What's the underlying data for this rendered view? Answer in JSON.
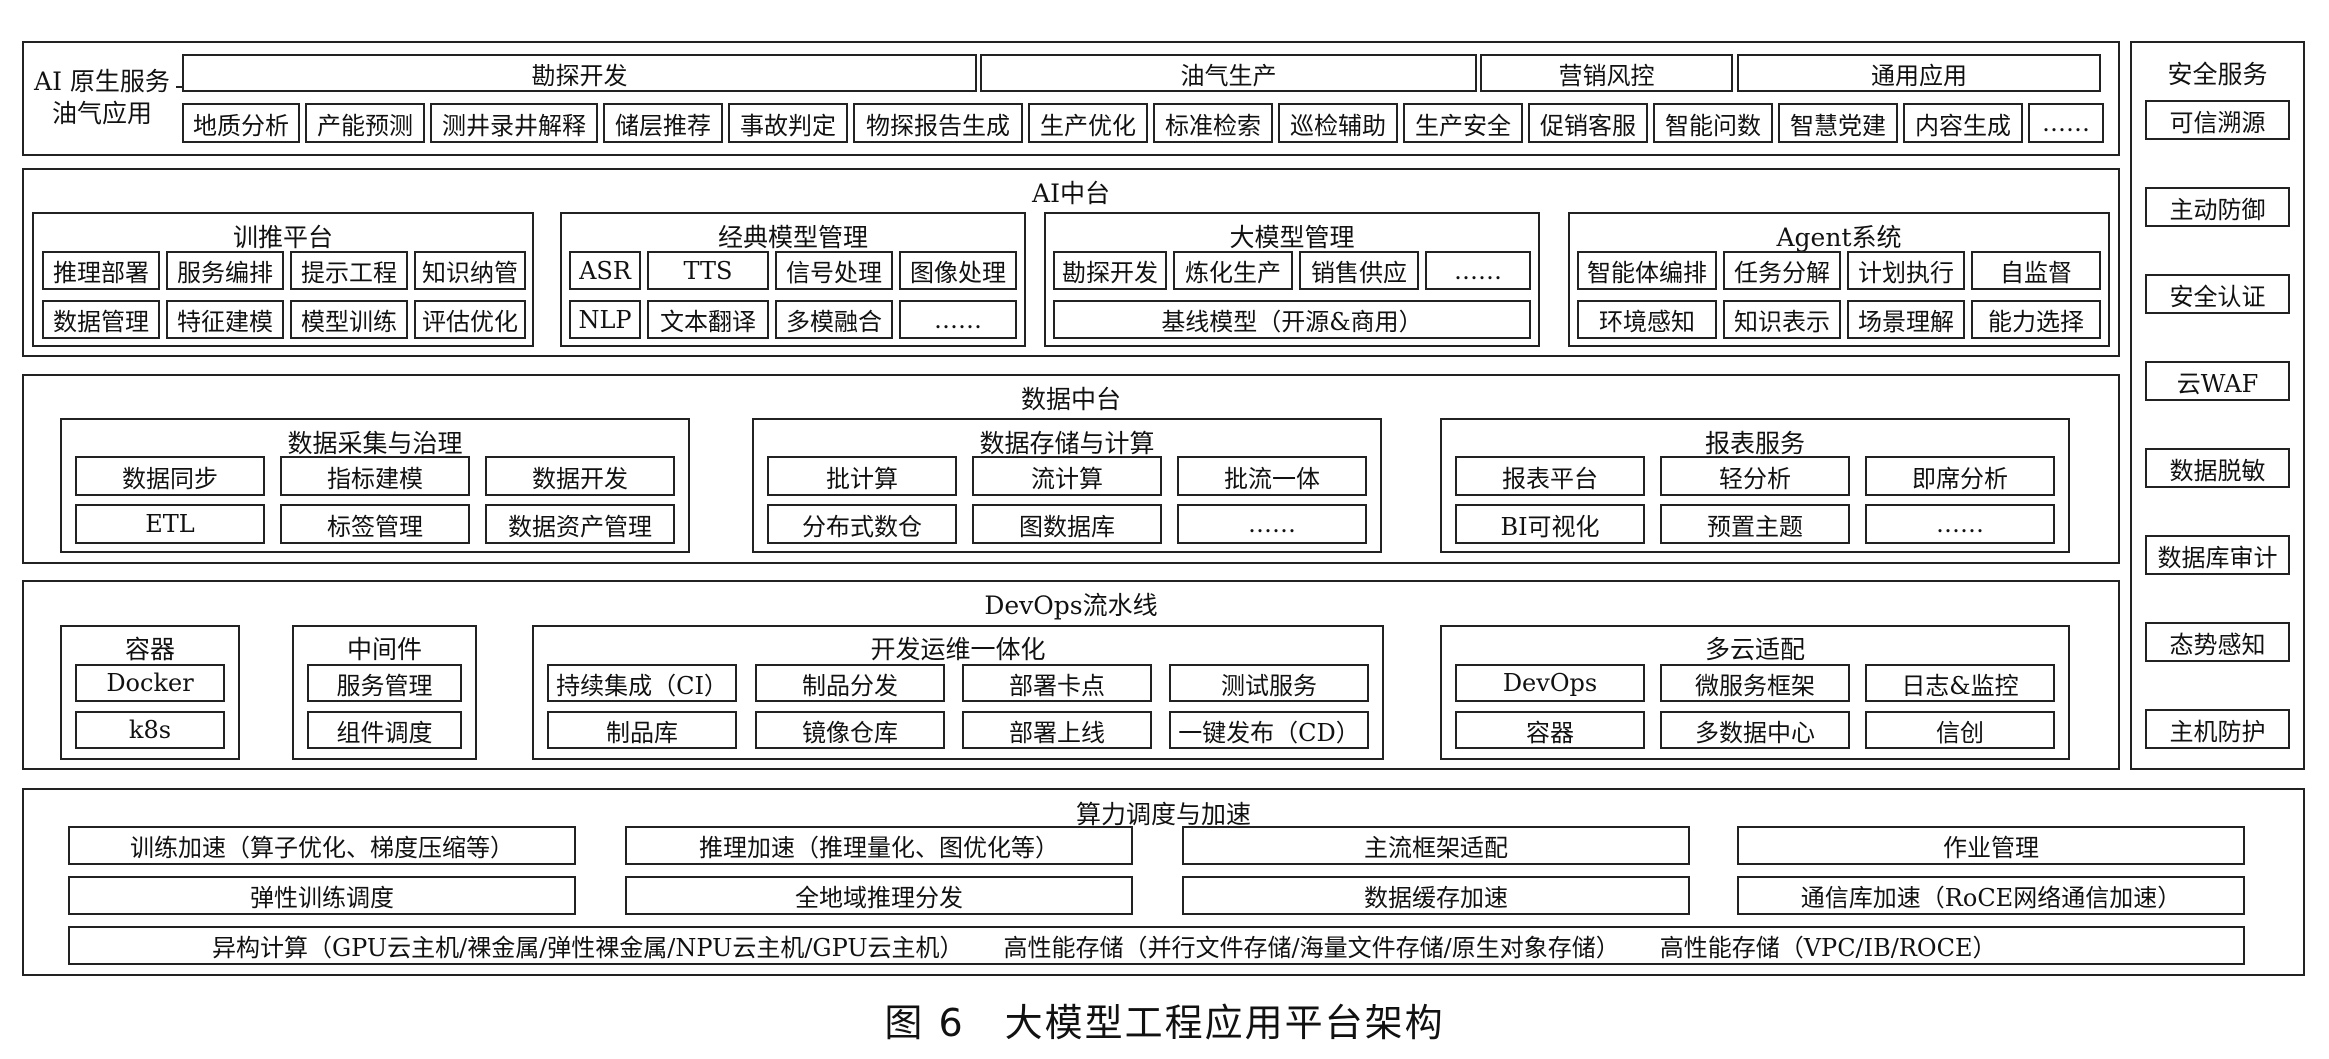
{
  "top": {
    "label_line1": "AI 原生服务",
    "label_line2": "油气应用",
    "headers": [
      "勘探开发",
      "油气生产",
      "营销风控",
      "通用应用"
    ],
    "apps": [
      "地质分析",
      "产能预测",
      "测井录井解释",
      "储层推荐",
      "事故判定",
      "物探报告生成",
      "生产优化",
      "标准检索",
      "巡检辅助",
      "生产安全",
      "促销客服",
      "智能问数",
      "智慧党建",
      "内容生成",
      "……"
    ]
  },
  "ai": {
    "title": "AI中台",
    "train": {
      "title": "训推平台",
      "items": [
        "推理部署",
        "服务编排",
        "提示工程",
        "知识纳管",
        "数据管理",
        "特征建模",
        "模型训练",
        "评估优化"
      ]
    },
    "classic": {
      "title": "经典模型管理",
      "items": [
        "ASR",
        "TTS",
        "信号处理",
        "图像处理",
        "NLP",
        "文本翻译",
        "多模融合",
        "……"
      ]
    },
    "large": {
      "title": "大模型管理",
      "items": [
        "勘探开发",
        "炼化生产",
        "销售供应",
        "……"
      ],
      "base": "基线模型（开源&商用）"
    },
    "agent": {
      "title": "Agent系统",
      "items": [
        "智能体编排",
        "任务分解",
        "计划执行",
        "自监督",
        "环境感知",
        "知识表示",
        "场景理解",
        "能力选择"
      ]
    }
  },
  "data": {
    "title": "数据中台",
    "collect": {
      "title": "数据采集与治理",
      "items": [
        "数据同步",
        "指标建模",
        "数据开发",
        "ETL",
        "标签管理",
        "数据资产管理"
      ]
    },
    "storage": {
      "title": "数据存储与计算",
      "items": [
        "批计算",
        "流计算",
        "批流一体",
        "分布式数仓",
        "图数据库",
        "……"
      ]
    },
    "report": {
      "title": "报表服务",
      "items": [
        "报表平台",
        "轻分析",
        "即席分析",
        "BI可视化",
        "预置主题",
        "……"
      ]
    }
  },
  "devops": {
    "title": "DevOps流水线",
    "container": {
      "title": "容器",
      "items": [
        "Docker",
        "k8s"
      ]
    },
    "middleware": {
      "title": "中间件",
      "items": [
        "服务管理",
        "组件调度"
      ]
    },
    "devops_integration": {
      "title": "开发运维一体化",
      "items": [
        "持续集成（CI）",
        "制品分发",
        "部署卡点",
        "测试服务",
        "制品库",
        "镜像仓库",
        "部署上线",
        "一键发布（CD）"
      ]
    },
    "multicloud": {
      "title": "多云适配",
      "items": [
        "DevOps",
        "微服务框架",
        "日志&监控",
        "容器",
        "多数据中心",
        "信创"
      ]
    }
  },
  "security": {
    "title": "安全服务",
    "items": [
      "可信溯源",
      "主动防御",
      "安全认证",
      "云WAF",
      "数据脱敏",
      "数据库审计",
      "态势感知",
      "主机防护"
    ]
  },
  "compute": {
    "title": "算力调度与加速",
    "row1": [
      "训练加速（算子优化、梯度压缩等）",
      "推理加速（推理量化、图优化等）",
      "主流框架适配",
      "作业管理"
    ],
    "row2": [
      "弹性训练调度",
      "全地域推理分发",
      "数据缓存加速",
      "通信库加速（RoCE网络通信加速）"
    ],
    "row3": [
      "异构计算（GPU云主机/裸金属/弹性裸金属/NPU云主机/GPU云主机）",
      "高性能存储（并行文件存储/海量文件存储/原生对象存储）",
      "高性能存储（VPC/IB/ROCE）"
    ]
  },
  "caption": "图 6　大模型工程应用平台架构"
}
